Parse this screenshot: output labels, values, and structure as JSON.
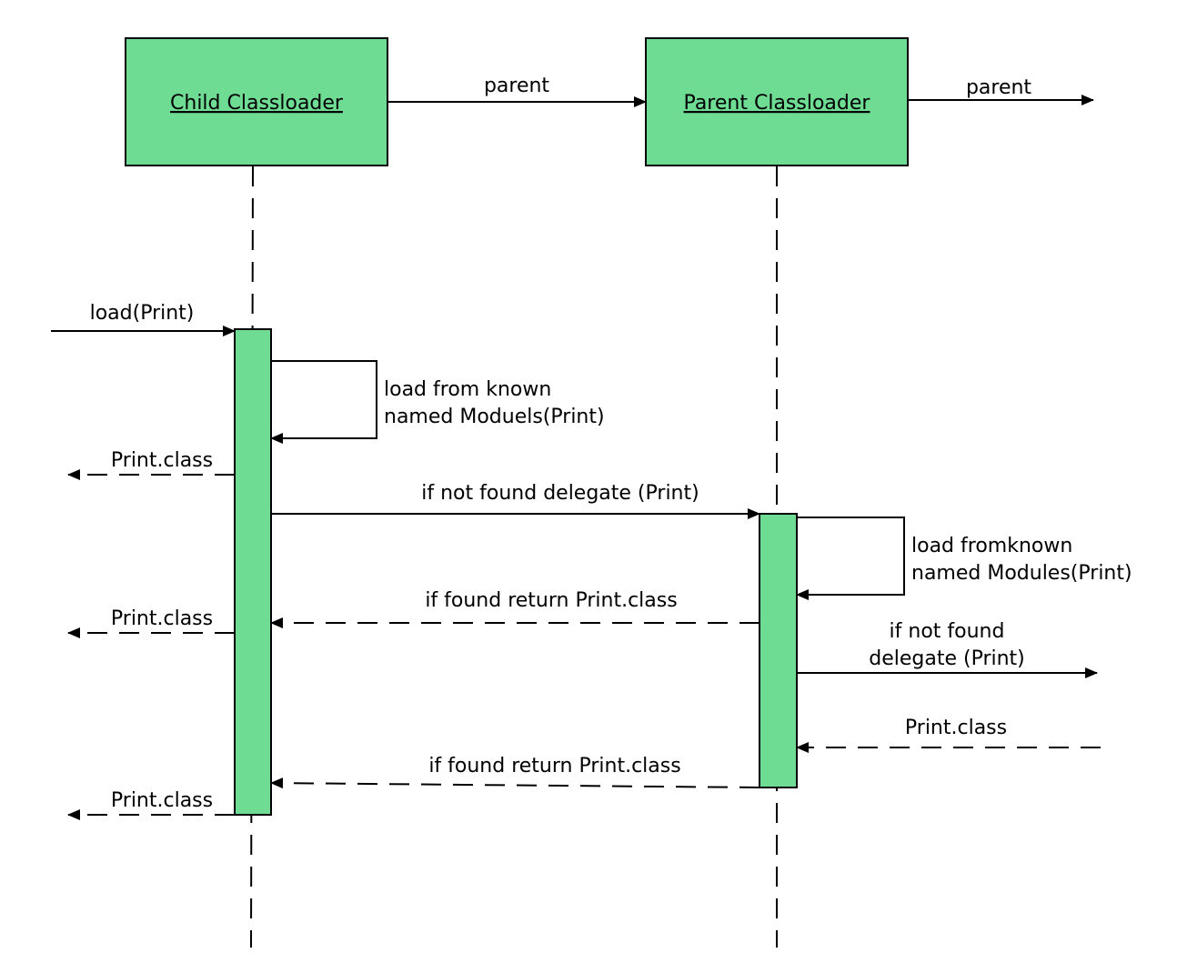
{
  "colors": {
    "fill": "#6fdc94",
    "stroke": "#000000",
    "background": "#ffffff"
  },
  "participants": {
    "child": {
      "title": "Child Classloader"
    },
    "parent": {
      "title": "Parent Classloader"
    }
  },
  "messages": {
    "child_parent": "parent",
    "parent_parent": "parent",
    "load": "load(Print)",
    "child_self_1": "load from known",
    "child_self_2": "named Moduels(Print)",
    "ret1": "Print.class",
    "delegate": "if not found delegate (Print)",
    "parent_self_1": "load fromknown",
    "parent_self_2": "named Modules(Print)",
    "found_return_1": "if found return Print.class",
    "ret2": "Print.class",
    "parent_delegate_1": "if not found",
    "parent_delegate_2": "delegate (Print)",
    "ret_from_outside": "Print.class",
    "found_return_2": "if found return Print.class",
    "ret3": "Print.class"
  }
}
